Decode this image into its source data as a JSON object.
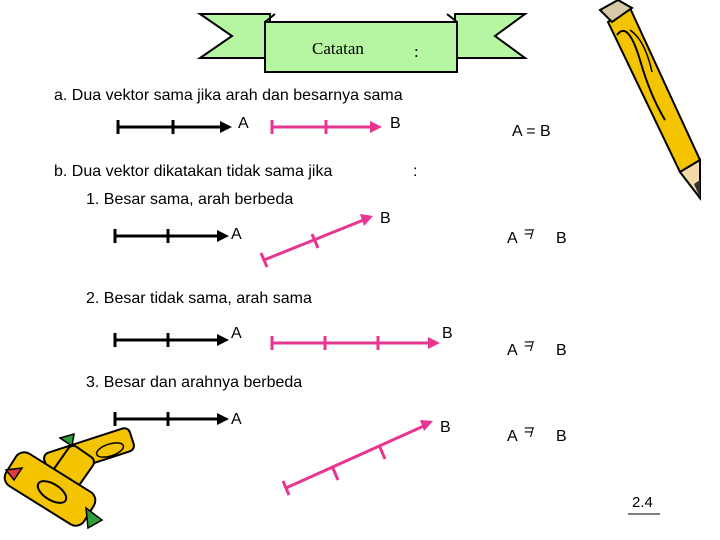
{
  "banner": {
    "title": "Catatan",
    "colon": ":"
  },
  "section_a": {
    "text": "a.  Dua vektor sama jika arah dan besarnya sama",
    "label_a": "A",
    "label_b": "B",
    "result": "A = B"
  },
  "section_b": {
    "text": "b.  Dua vektor dikatakan tidak sama jika",
    "colon": ":",
    "items": [
      {
        "text": "1.  Besar sama, arah berbeda",
        "label_a": "A",
        "label_b": "B",
        "result_a": "A",
        "result_b": "B"
      },
      {
        "text": "2.  Besar tidak sama, arah sama",
        "label_a": "A",
        "label_b": "B",
        "result_a": "A",
        "result_b": "B"
      },
      {
        "text": "3.  Besar dan arahnya berbeda",
        "label_a": "A",
        "label_b": "B",
        "result_a": "A",
        "result_b": "B"
      }
    ]
  },
  "page_number": "2.4",
  "colors": {
    "banner": "#b6f5a2",
    "vector_b": "#e8358f",
    "vector_a": "#000000",
    "pencil": "#f5c400"
  }
}
